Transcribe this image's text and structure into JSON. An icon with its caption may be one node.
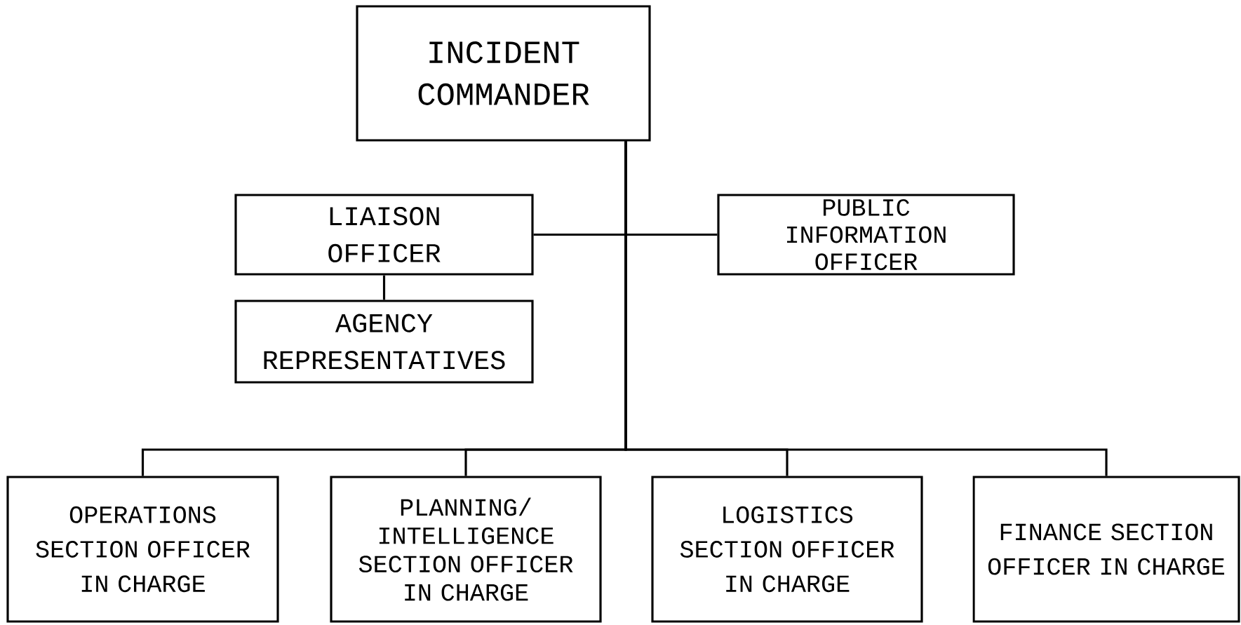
{
  "diagram": {
    "nodes": [
      {
        "text": [
          "INCIDENT COMMANDER"
        ]
      },
      {
        "text": [
          "LIAISON OFFICER"
        ]
      },
      {
        "text": [
          "PUBLIC INFORMATION OFFICER"
        ]
      },
      {
        "text": [
          "AGENCY REPRESENTATIVES"
        ]
      },
      {
        "text": [
          "OPERATIONS SECTION OFFICER IN CHARGE"
        ]
      },
      {
        "text": [
          "PLANNING/ INTELLIGENCE SECTION OFFICER IN CHARGE"
        ]
      },
      {
        "text": [
          "LOGISTICS SECTION OFFICER IN CHARGE"
        ]
      },
      {
        "text": [
          "FINANCE SECTION OFFICER IN CHARGE"
        ]
      }
    ],
    "edges": [
      {
        "from": 0,
        "to": 1,
        "arrow": "none"
      },
      {
        "from": 0,
        "to": 2,
        "arrow": "none"
      },
      {
        "from": 1,
        "to": 3,
        "arrow": "none"
      },
      {
        "from": 0,
        "to": 4,
        "arrow": "none"
      },
      {
        "from": 0,
        "to": 5,
        "arrow": "none"
      },
      {
        "from": 0,
        "to": 6,
        "arrow": "none"
      },
      {
        "from": 0,
        "to": 7,
        "arrow": "none"
      }
    ]
  }
}
